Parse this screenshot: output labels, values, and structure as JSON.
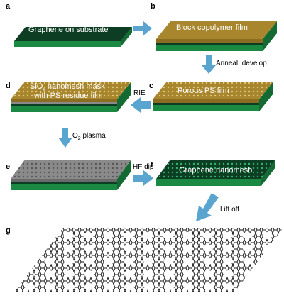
{
  "panels": {
    "a": {
      "letter": "a",
      "label": "Graphene on substrate"
    },
    "b": {
      "letter": "b",
      "label": "Block copolymer film"
    },
    "c": {
      "letter": "c",
      "label": "Porous PS film"
    },
    "d": {
      "letter": "d",
      "label_line1_pre": "SiO",
      "label_line1_sub": "x",
      "label_line1_post": " nanomesh mask",
      "label_line2": "with PS residue film"
    },
    "e": {
      "letter": "e"
    },
    "f": {
      "letter": "f",
      "label": "Graphene nanomesh"
    },
    "g": {
      "letter": "g"
    }
  },
  "steps": {
    "b_to_c": "Anneal, develop",
    "c_to_d": "RIE",
    "d_to_e_pre": "O",
    "d_to_e_sub": "2",
    "d_to_e_post": " plasma",
    "e_to_f": "HF dip",
    "f_to_g": "Lift off"
  },
  "colors": {
    "substrate_green": "#1f9a4a",
    "graphene_dark": "#0d3d23",
    "copolymer_gold": "#a8862e",
    "sio2_grey": "#8a8a8a",
    "arrow_blue": "#5aa5cf"
  }
}
